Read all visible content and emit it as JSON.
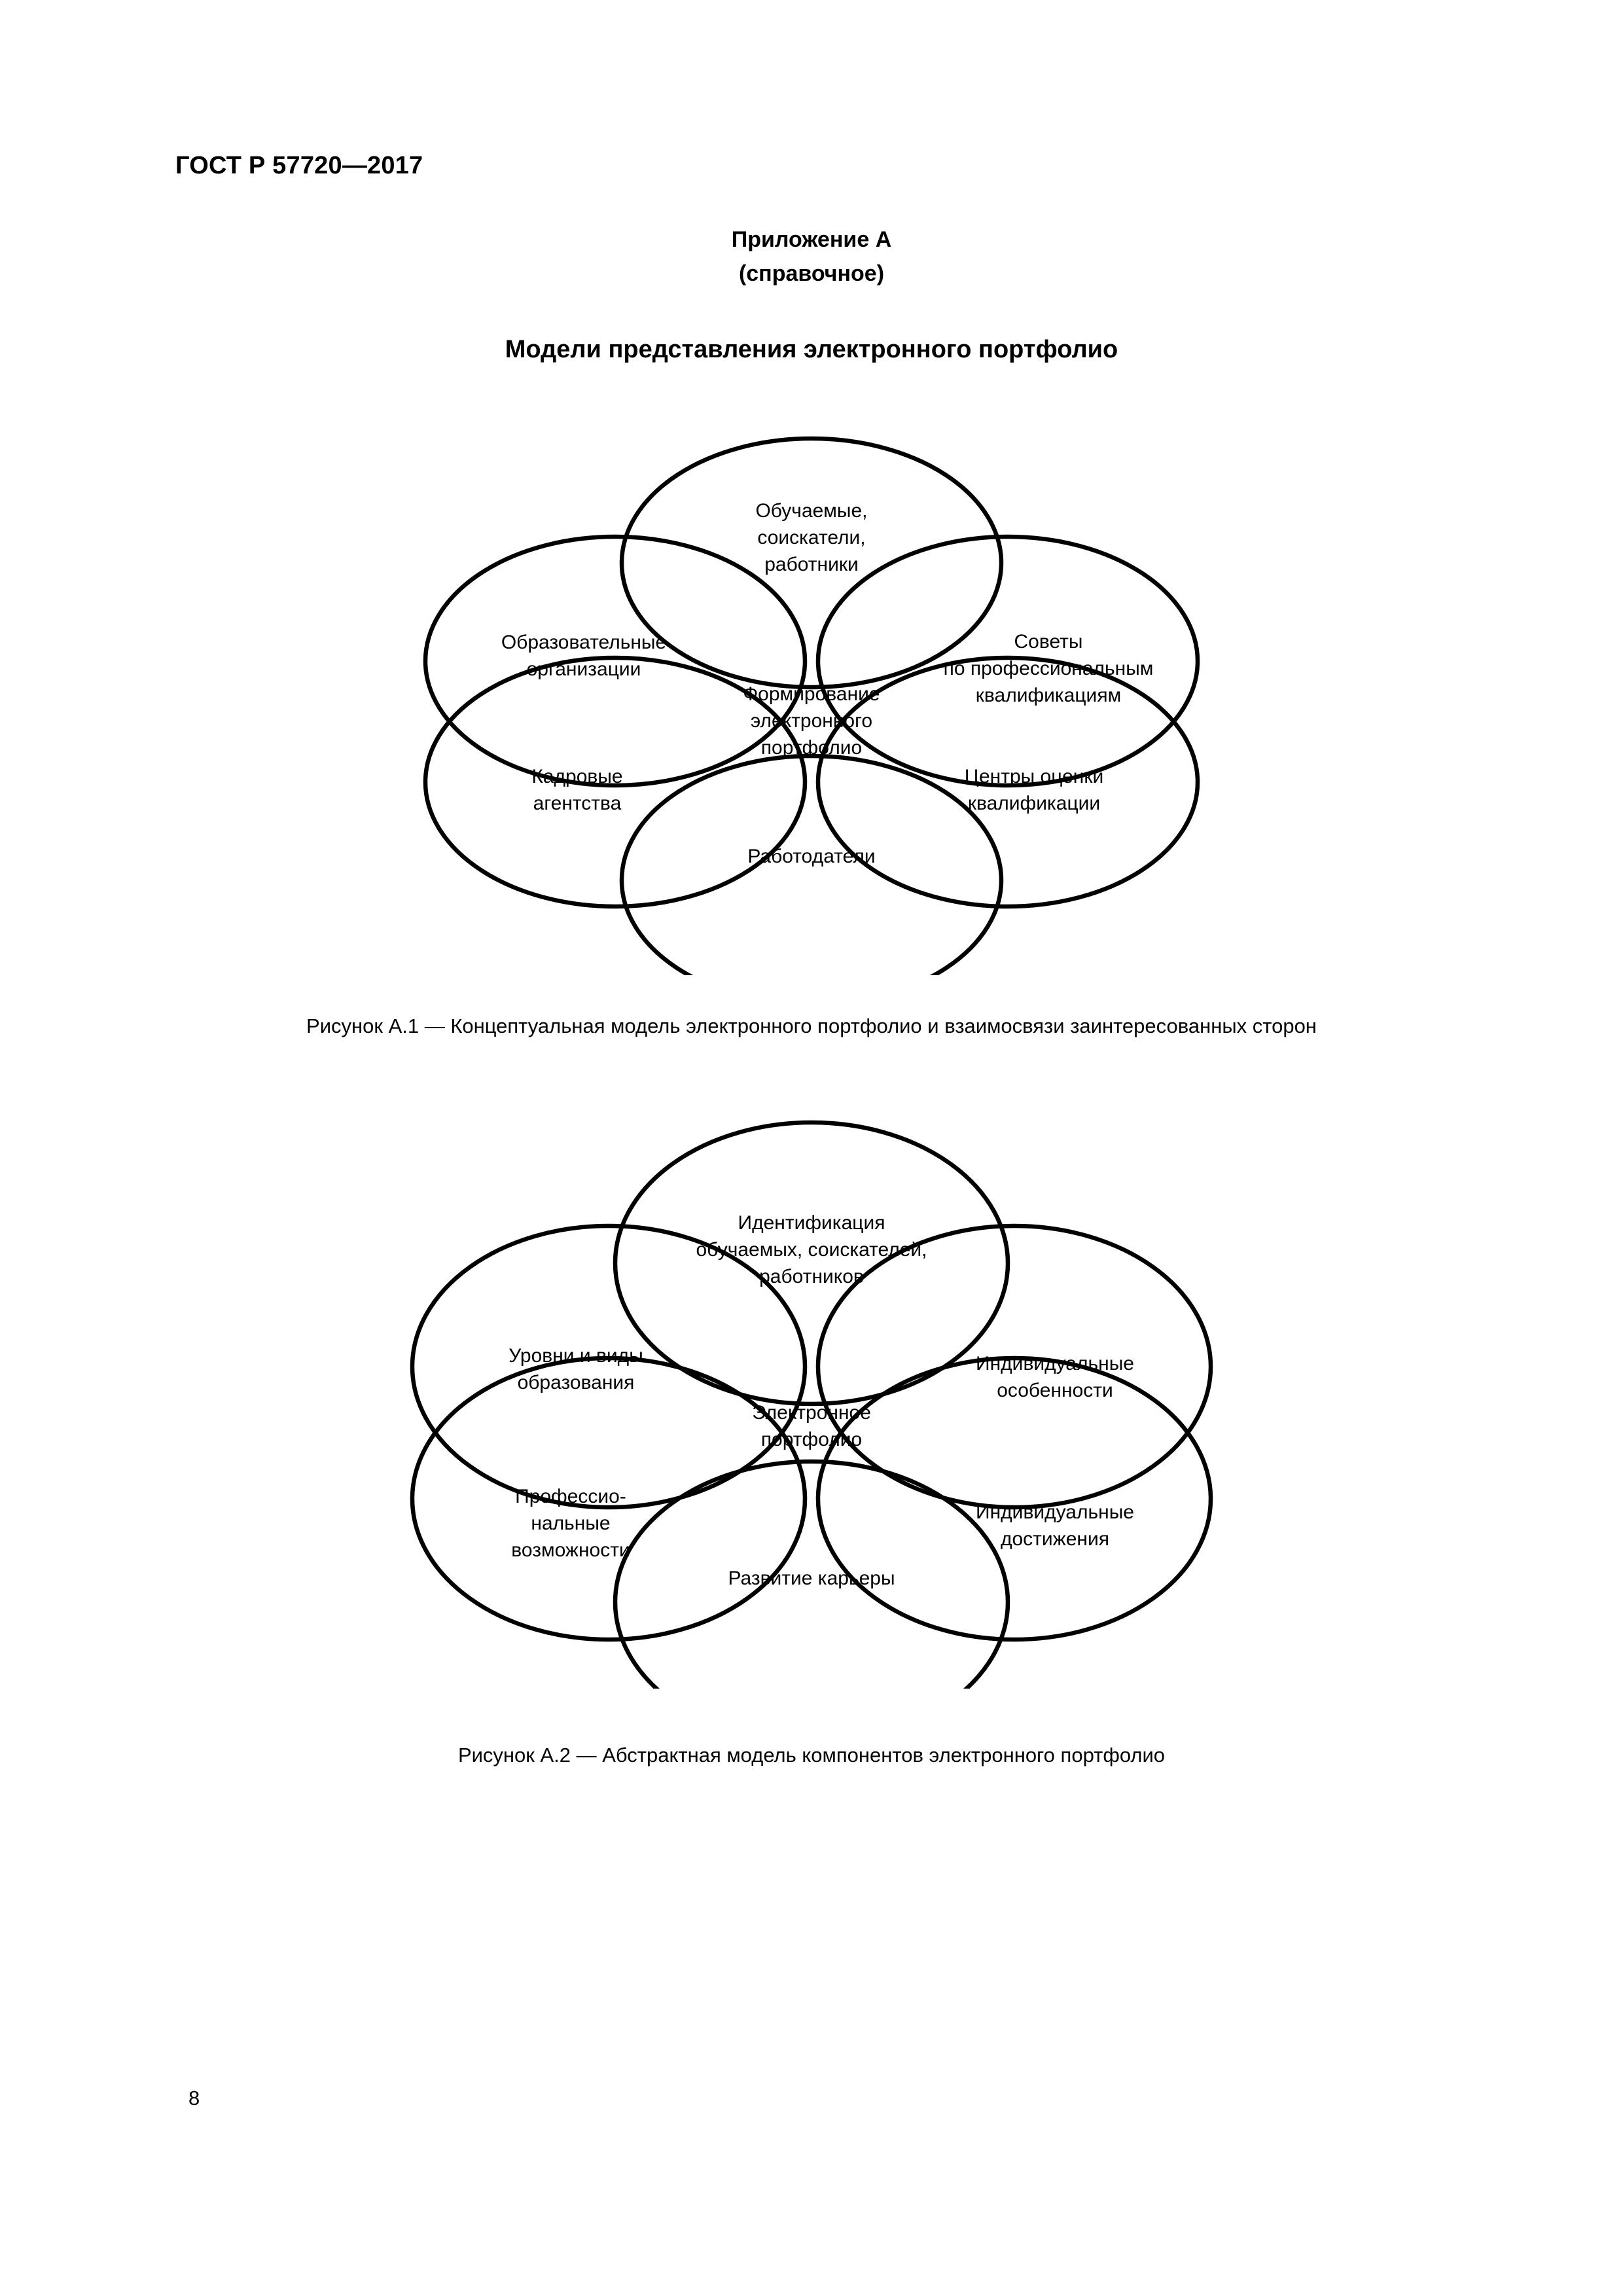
{
  "document": {
    "header": "ГОСТ Р 57720—2017",
    "page_number": "8"
  },
  "annex": {
    "label": "Приложение А",
    "type": "(справочное)",
    "title": "Модели представления электронного портфолио"
  },
  "figures": [
    {
      "id": "figure-1",
      "caption": "Рисунок А.1 — Концептуальная модель электронного портфолио и взаимосвязи заинтересованных сторон",
      "center": [
        "Формирование",
        "электронного",
        "портфолио"
      ],
      "nodes": [
        {
          "name": "top",
          "lines": [
            "Обучаемые,",
            "соискатели,",
            "работники"
          ]
        },
        {
          "name": "upper-left",
          "lines": [
            "Образовательные",
            "организации"
          ]
        },
        {
          "name": "upper-right",
          "lines": [
            "Советы",
            "по профессиональным",
            "квалификациям"
          ]
        },
        {
          "name": "lower-left",
          "lines": [
            "Кадровые",
            "агентства"
          ]
        },
        {
          "name": "lower-right",
          "lines": [
            "Центры оценки",
            "квалификации"
          ]
        },
        {
          "name": "bottom",
          "lines": [
            "Работодатели"
          ]
        }
      ]
    },
    {
      "id": "figure-2",
      "caption": "Рисунок А.2 — Абстрактная модель компонентов электронного портфолио",
      "center": [
        "Электронное",
        "портфолио"
      ],
      "nodes": [
        {
          "name": "top",
          "lines": [
            "Идентификация",
            "обучаемых, соискателей,",
            "работников"
          ]
        },
        {
          "name": "upper-left",
          "lines": [
            "Уровни и виды",
            "образования"
          ]
        },
        {
          "name": "upper-right",
          "lines": [
            "Индивидуальные",
            "особенности"
          ]
        },
        {
          "name": "lower-left",
          "lines": [
            "Профессио-",
            "нальные",
            "возможности"
          ]
        },
        {
          "name": "lower-right",
          "lines": [
            "Индивидуальные",
            "достижения"
          ]
        },
        {
          "name": "bottom",
          "lines": [
            "Развитие карьеры"
          ]
        }
      ]
    }
  ],
  "style": {
    "stroke_color": "#000000",
    "page_background": "#ffffff",
    "text_color": "#000000"
  }
}
